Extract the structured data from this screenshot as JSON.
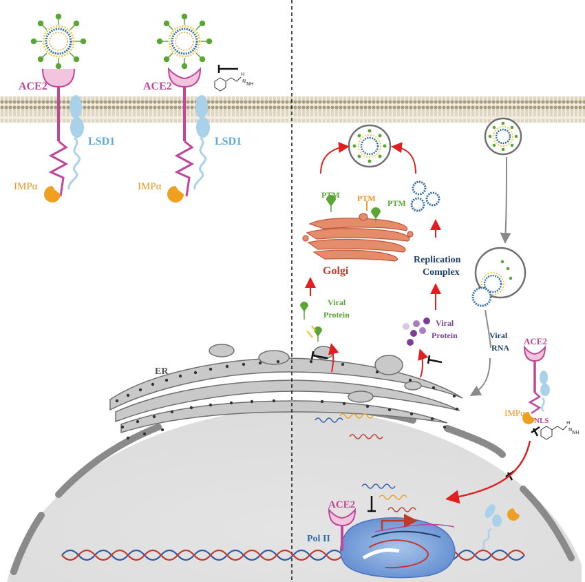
{
  "labels": {
    "ace2": "ACE2",
    "lsd1": "LSD1",
    "impa": "IMPα",
    "ptm": "PTM",
    "golgi": "Golgi",
    "replication": "Replication",
    "complex": "Complex",
    "viral": "Viral",
    "protein": "Protein",
    "rna": "RNA",
    "er": "ER",
    "nls": "NLS",
    "pol2": "Pol II"
  },
  "colors": {
    "ace2": "#c0469a",
    "lsd1": "#5aa9d8",
    "impa": "#e8961e",
    "green": "#5ba535",
    "golgi": "#c0392b",
    "navy": "#1f3f6b",
    "purple": "#7a3f97",
    "red_arrow": "#e02020",
    "grey_arrow": "#8a8a8a",
    "membrane": "#9a8f74"
  }
}
